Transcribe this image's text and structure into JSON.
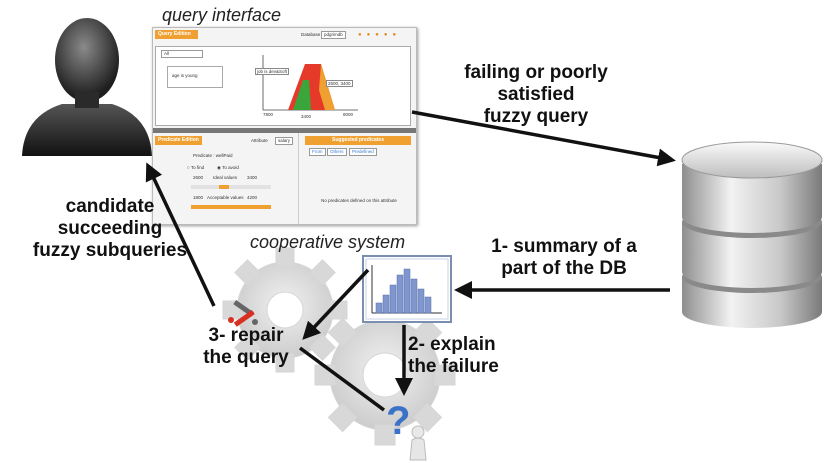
{
  "labels": {
    "query_interface": "query interface",
    "cooperative_system": "cooperative system",
    "failing_query": [
      "failing or  poorly",
      "satisfied",
      "fuzzy query"
    ],
    "summary": [
      "1- summary of a",
      "part of the DB"
    ],
    "explain": [
      "2- explain",
      "the failure"
    ],
    "repair": [
      "3- repair",
      "the query"
    ],
    "candidate": [
      "candidate",
      "succeeding",
      "fuzzy subqueries"
    ]
  },
  "ui": {
    "query_edition": "Query Edition",
    "database_label": "Database",
    "database_value": "pdgrimdb",
    "all": "All",
    "age_is_young": "age is young",
    "job_is": "job is dev&Soft",
    "axis_min": "7800",
    "axis_mid": "3400",
    "axis_max": "8000",
    "range_box": "2600, 3400",
    "predicate_edition": "Predicate Edition",
    "attribute_label": "Attribute",
    "attribute_value": "salary",
    "predicate_line": "Predicate : wellPaid",
    "to_find": "To find",
    "to_avoid": "To avoid",
    "ideal_min": "2600",
    "ideal_label": "Ideal values",
    "ideal_max": "3400",
    "acc_min": "1800",
    "acc_label": "Acceptable values",
    "acc_max": "4200",
    "suggested": "Suggested predicates",
    "tab_from": "From",
    "tab_others": "Others",
    "tab_predefined": "Predefined",
    "no_predicates": "No predicates defined on this attribute"
  },
  "colors": {
    "orange": "#f0a030",
    "histogram": "#7f96cf",
    "arrow": "#111111"
  },
  "icons": [
    "user-silhouette-icon",
    "database-cylinder-icon",
    "histogram-icon",
    "gears-icon",
    "question-person-icon",
    "repair-tools-icon"
  ]
}
